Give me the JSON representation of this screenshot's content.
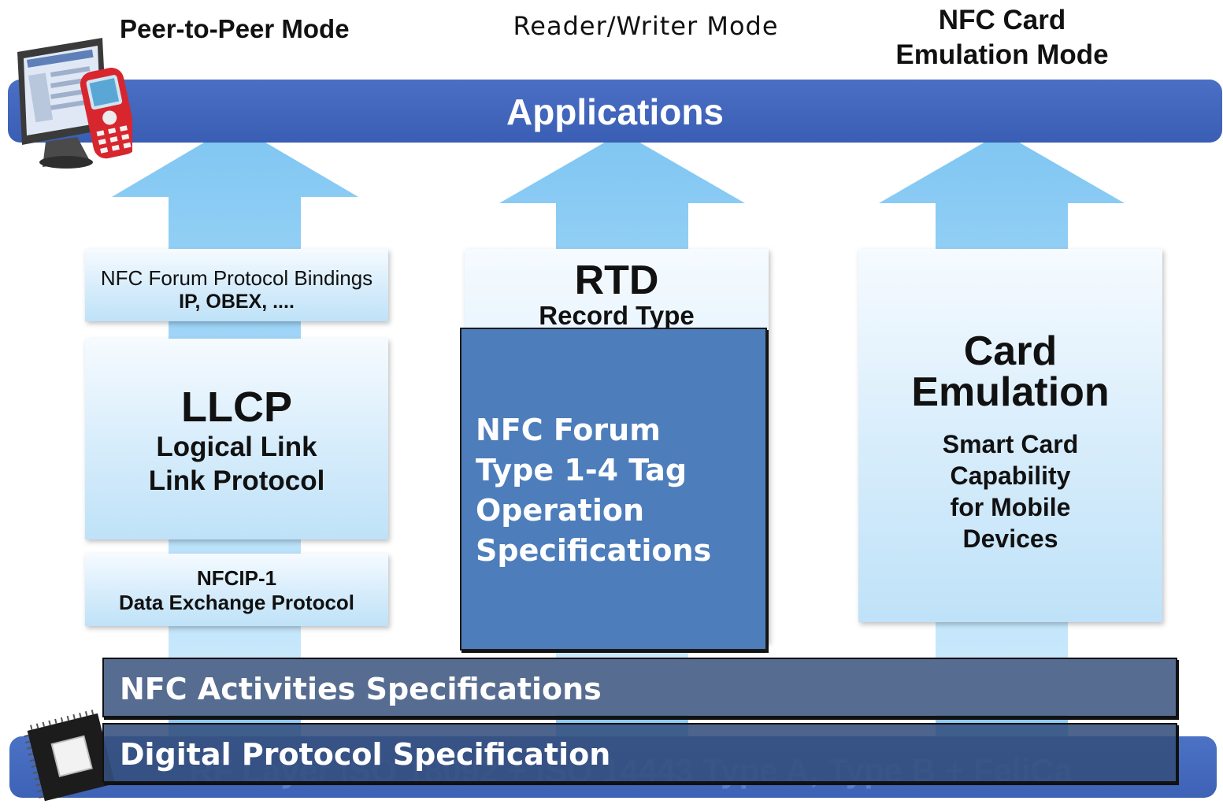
{
  "modes": {
    "peer_to_peer": "Peer-to-Peer Mode",
    "reader_writer": "Reader/Writer Mode",
    "card_emulation_line1": "NFC Card",
    "card_emulation_line2": "Emulation Mode"
  },
  "applications_bar": {
    "label": "Applications"
  },
  "peer_to_peer_stack": {
    "bindings": {
      "line1": "NFC Forum Protocol Bindings",
      "line2": "IP, OBEX, ...."
    },
    "llcp": {
      "title": "LLCP",
      "sub1": "Logical Link",
      "sub2": "Link Protocol"
    },
    "nfcip": {
      "line1": "NFCIP-1",
      "line2": "Data Exchange Protocol"
    }
  },
  "reader_writer_stack": {
    "rtd": {
      "title": "RTD",
      "subtitle": "Record Type"
    },
    "tag_ops": {
      "lines": [
        "NFC Forum",
        "Type 1-4 Tag",
        "Operation",
        "Specifications"
      ]
    }
  },
  "card_emulation_stack": {
    "title1": "Card",
    "title2": "Emulation",
    "lines": [
      "Smart Card",
      "Capability",
      "for Mobile",
      "Devices"
    ]
  },
  "spec_bars": {
    "activities": "NFC Activities Specifications",
    "digital": "Digital Protocol Specification"
  },
  "rf_layer": {
    "label": "RF Layer ISO 18092 + ISO 14443 Type A, Type B + FeliCa"
  },
  "icons": [
    "computer-phone-icon",
    "chip-icon"
  ],
  "colors": {
    "banner_blue": "#3f63b8",
    "arrow_light": "#b8e0fa",
    "tag_box": "#4d7dbb",
    "spec_bar": "#3a547e"
  }
}
